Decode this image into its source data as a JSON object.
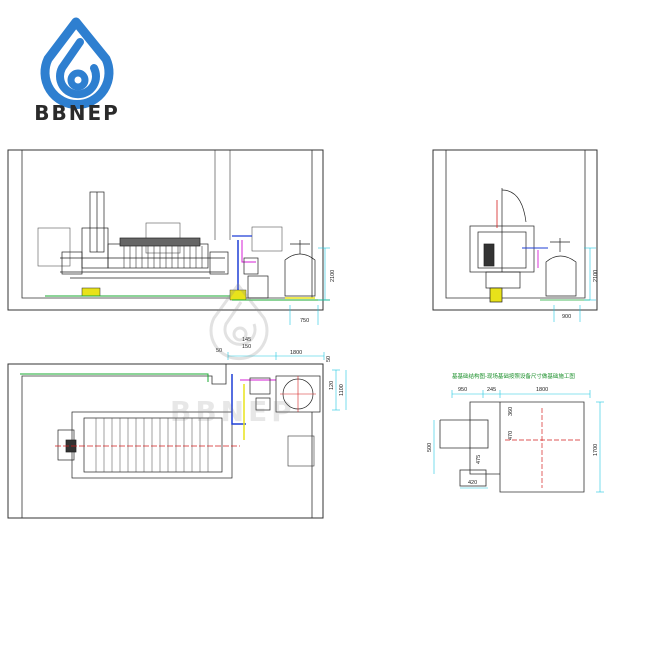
{
  "brand": {
    "name": "BBNEP",
    "logo_icon": "water-drop-swirl-icon",
    "logo_color": "#2e7fd0"
  },
  "colors": {
    "outline": "#333333",
    "dimension_green": "#19a832",
    "dimension_cyan": "#1ec8e0",
    "pipe_blue": "#1f3fd6",
    "pipe_magenta": "#d61fd6",
    "pipe_yellow": "#e8e21a",
    "centerline_red": "#d41e1e"
  },
  "views": {
    "front": {
      "dims": {
        "height_right": "2100",
        "bottom": "750"
      }
    },
    "side": {
      "dims": {
        "height_right": "2100",
        "bottom": "900"
      }
    },
    "plan": {
      "dims": {
        "top1": "50",
        "top2": "150",
        "top3": "145",
        "width": "1800",
        "right1": "50",
        "right2": "120",
        "right3": "1100"
      }
    },
    "detail": {
      "note": "基基础结构图-现场基础按照设备尺寸做基础施工图",
      "dims": {
        "top_left": "950",
        "top_mid": "245",
        "top_right": "1800",
        "left": "500",
        "mid1": "360",
        "mid2": "470",
        "mid3": "475",
        "bottom": "420",
        "right": "1700"
      }
    }
  }
}
